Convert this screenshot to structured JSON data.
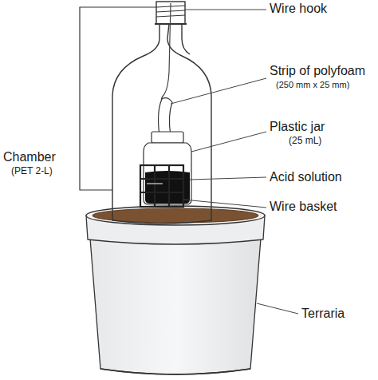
{
  "diagram": {
    "labels": [
      "Wire hook",
      "Strip of polyfoam",
      "(250 mm x 25 mm)",
      "Plastic jar",
      "(25 mL)",
      "Acid solution",
      "Wire basket",
      "Chamber",
      "(PET 2-L)",
      "Terraria"
    ]
  }
}
